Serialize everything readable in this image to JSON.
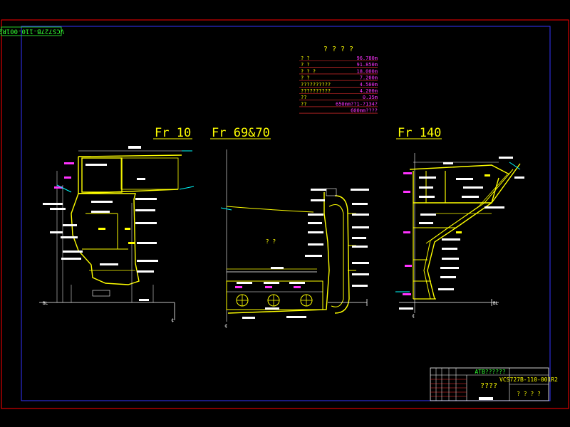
{
  "sheet": {
    "code_rotated": "VCS727B-110-001R2",
    "colors": {
      "border_outer": "#ff0000",
      "border_inner": "#3333ff",
      "geometry": "#ffff00",
      "dims": "#ffffff",
      "notes": "#ff33ff",
      "labels": "#33ff33"
    }
  },
  "particulars": {
    "title": "? ? ? ?",
    "rows": [
      {
        "label": "?        ?",
        "value": "96.780m"
      },
      {
        "label": "?   ?",
        "value": "91.850m"
      },
      {
        "label": "?   ?       ?",
        "value": "18.000m"
      },
      {
        "label": "?           ?",
        "value": "7.200m"
      },
      {
        "label": "??????????",
        "value": "4.500m"
      },
      {
        "label": "??????????",
        "value": "4.200m"
      },
      {
        "label": "??",
        "value": "0.35m"
      },
      {
        "label": "??",
        "value": "650mm??1-?134?"
      },
      {
        "label": "",
        "value": "600mm????"
      }
    ]
  },
  "sections": [
    {
      "title": "Fr  10",
      "center_mark": "??"
    },
    {
      "title": "Fr  69&70",
      "center_mark": "? ?"
    },
    {
      "title": "Fr  140"
    }
  ],
  "baselines": {
    "bl": "BL"
  },
  "title_block": {
    "org": "ATB??????",
    "name": "????",
    "drawing_no": "VCS727B-110-001R2",
    "marks": "? ? ? ?"
  }
}
